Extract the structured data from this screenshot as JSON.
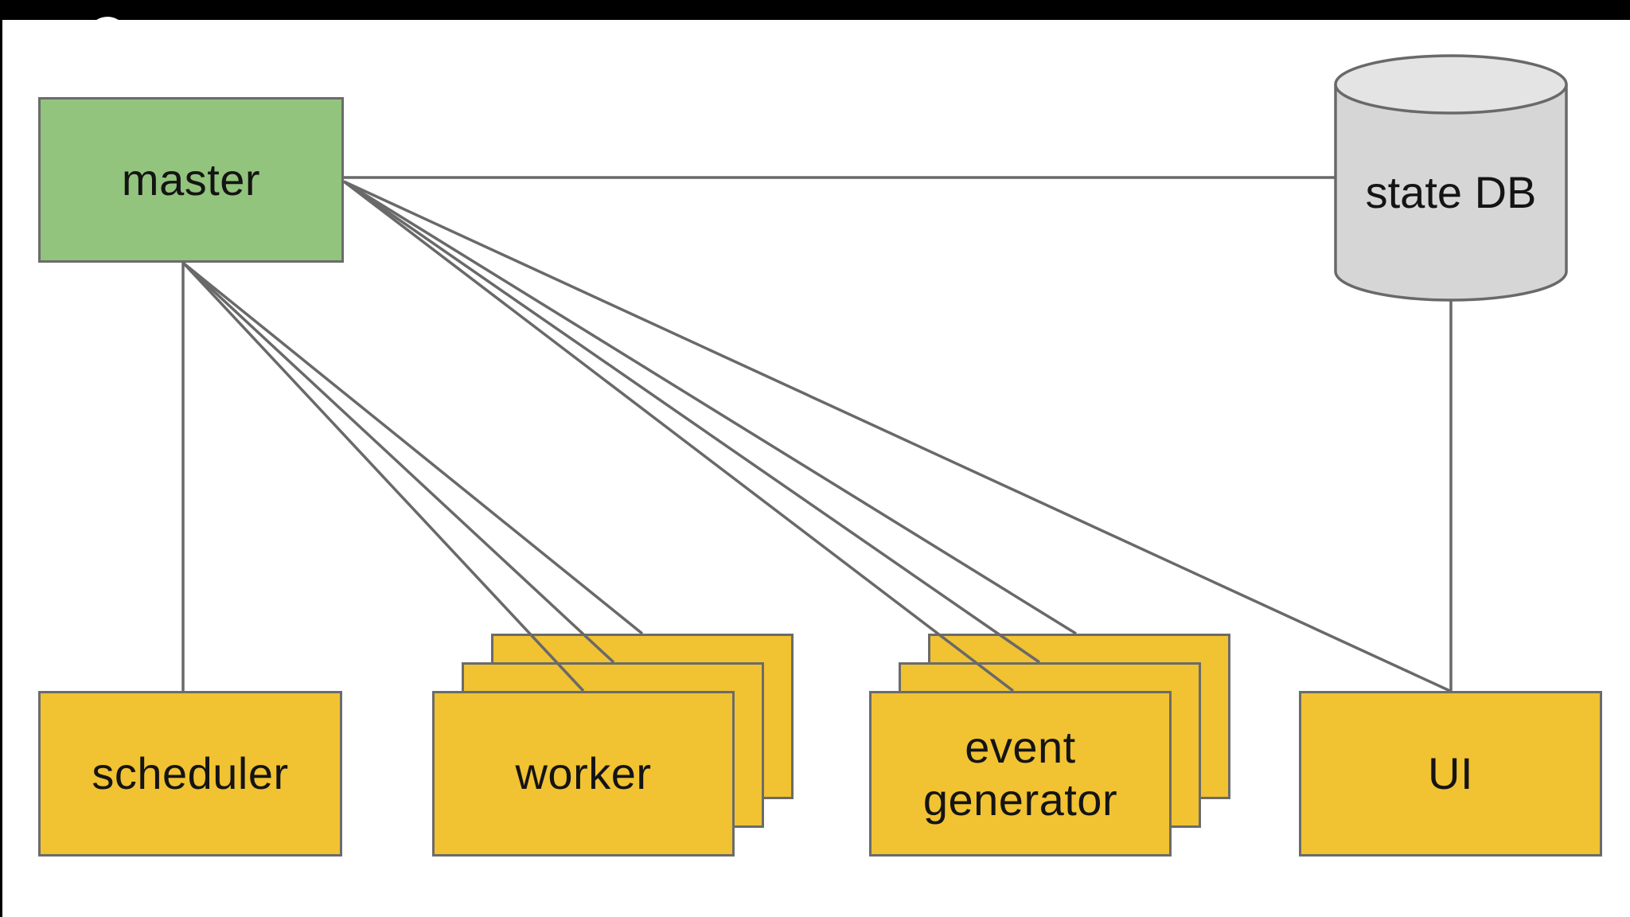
{
  "nodes": {
    "master": {
      "label": "master",
      "type": "box",
      "color": "#93c47d"
    },
    "state_db": {
      "label": "state DB",
      "type": "cylinder",
      "color": "#d6d6d6"
    },
    "scheduler": {
      "label": "scheduler",
      "type": "box",
      "color": "#f1c232"
    },
    "worker": {
      "label": "worker",
      "type": "stacked-box",
      "instances": 3,
      "color": "#f1c232"
    },
    "event_generator": {
      "label": "event generator",
      "label_lines": [
        "event",
        "generator"
      ],
      "type": "stacked-box",
      "instances": 3,
      "color": "#f1c232"
    },
    "ui": {
      "label": "UI",
      "type": "box",
      "color": "#f1c232"
    }
  },
  "edges": [
    {
      "from": "master",
      "to": "state DB",
      "count": 1
    },
    {
      "from": "master",
      "to": "scheduler",
      "count": 1
    },
    {
      "from": "master",
      "to": "worker",
      "count": 3
    },
    {
      "from": "master",
      "to": "event generator",
      "count": 3
    },
    {
      "from": "master",
      "to": "UI",
      "count": 1
    },
    {
      "from": "state DB",
      "to": "UI",
      "count": 1
    }
  ],
  "colors": {
    "node_green": "#93c47d",
    "node_yellow": "#f1c232",
    "cylinder_body": "#d6d6d6",
    "cylinder_top": "#e4e4e4",
    "stroke": "#696969",
    "text": "#141414",
    "letterbox": "#000000",
    "background": "#ffffff"
  }
}
